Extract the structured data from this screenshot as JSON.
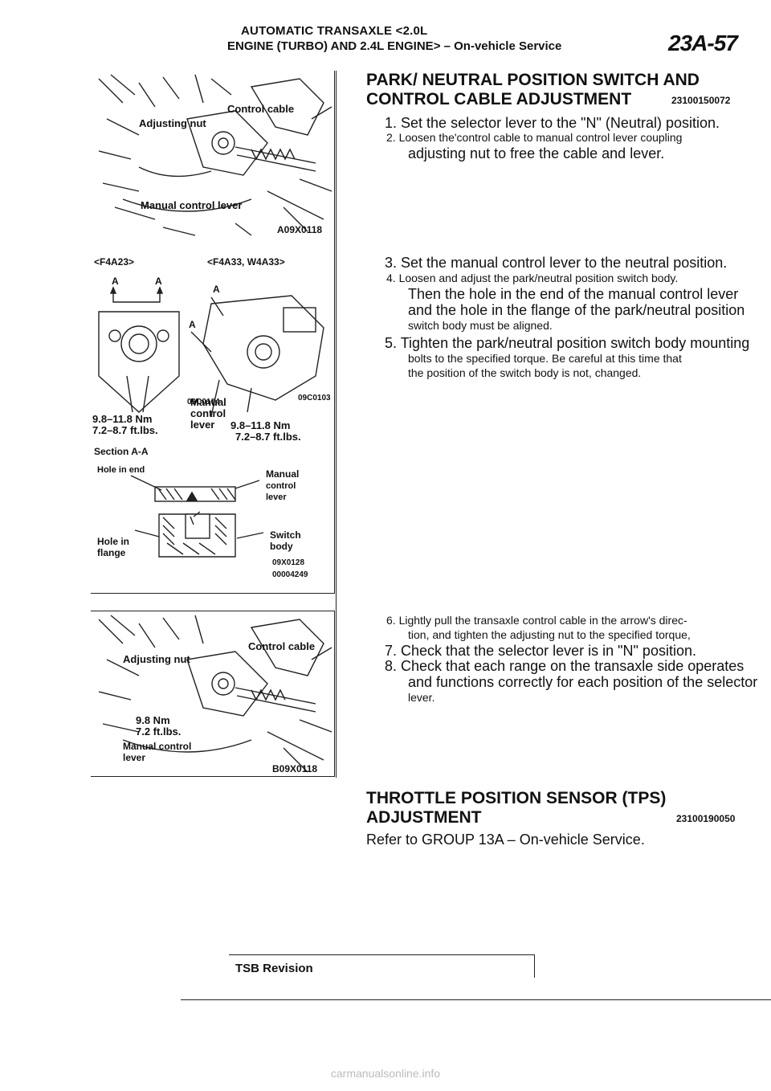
{
  "header": {
    "line1": "AUTOMATIC TRANSAXLE <2.0L",
    "line2": "ENGINE (TURBO) AND 2.4L ENGINE> – On-vehicle Service",
    "page_number": "23A-57"
  },
  "figure1": {
    "labels": {
      "control_cable": "Control cable",
      "adjusting_nut": "Adjusting nut",
      "manual_lever": "Manual control lever"
    },
    "code": "A09X0118"
  },
  "figure2": {
    "variant_left": "<F4A23>",
    "variant_right": "<F4A33, W4A33>",
    "a_mark": "A",
    "code_left": "09C0104",
    "code_right": "09C0103",
    "manual_lever": [
      "Manual",
      "control",
      "lever"
    ],
    "torque_left": [
      "9.8–11.8 Nm",
      "7.2–8.7 ft.lbs."
    ],
    "torque_right": [
      "9.8–11.8 Nm",
      "7.2–8.7 ft.lbs."
    ],
    "section_label": "Section A-A",
    "hole_in_end": "Hole in end",
    "manual_control_lever": [
      "Manual",
      "control",
      "lever"
    ],
    "hole_in_flange": [
      "Hole in",
      "flange"
    ],
    "switch_body": [
      "Switch",
      "body"
    ],
    "code_a": "09X0128",
    "code_b": "00004249"
  },
  "figure3": {
    "labels": {
      "control_cable": "Control cable",
      "adjusting_nut": "Adjusting nut",
      "torque_nm": "9.8 Nm",
      "torque_ft": "7.2 ft.lbs.",
      "manual_control": "Manual control",
      "lever": "lever"
    },
    "code": "B09X0118"
  },
  "section1": {
    "title_line1": "PARK/ NEUTRAL POSITION SWITCH AND",
    "title_line2": "CONTROL CABLE ADJUSTMENT",
    "code": "23100150072",
    "steps": [
      {
        "num": "1.",
        "text": "Set the selector lever to the \"N\" (Neutral) position."
      },
      {
        "num": "2.",
        "text": "Loosen the'control cable to manual control lever coupling"
      },
      {
        "num": "",
        "text": "adjusting nut to free the cable and lever."
      },
      {
        "num": "3.",
        "text": "Set the manual control lever to the neutral position."
      },
      {
        "num": "4.",
        "text": "Loosen and adjust the park/neutral position switch body."
      },
      {
        "num": "",
        "text": "Then the hole in the end of the manual control lever"
      },
      {
        "num": "",
        "text": "and the hole in the flange of the park/neutral position"
      },
      {
        "num": "",
        "text": "switch body must be aligned."
      },
      {
        "num": "5.",
        "text": "Tighten the park/neutral position switch body mounting"
      },
      {
        "num": "",
        "text": "bolts to the specified torque. Be careful at this time that"
      },
      {
        "num": "",
        "text": "the position of the switch body is not, changed."
      },
      {
        "num": "6.",
        "text": "Lightly pull the transaxle control cable in the arrow's direc-"
      },
      {
        "num": "",
        "text": "tion, and tighten the adjusting nut to the specified torque,"
      },
      {
        "num": "7.",
        "text": "Check that the selector lever is in \"N\" position."
      },
      {
        "num": "8.",
        "text": "Check that each range on the transaxle side operates"
      },
      {
        "num": "",
        "text": "and functions correctly for each position of the selector"
      },
      {
        "num": "",
        "text": "lever."
      }
    ]
  },
  "section2": {
    "title_line1": "THROTTLE POSITION SENSOR (TPS)",
    "title_line2": "ADJUSTMENT",
    "code": "23100190050",
    "body": "Refer to GROUP 13A – On-vehicle Service."
  },
  "tsb": "TSB Revision",
  "footer": "carmanualsonline.info"
}
